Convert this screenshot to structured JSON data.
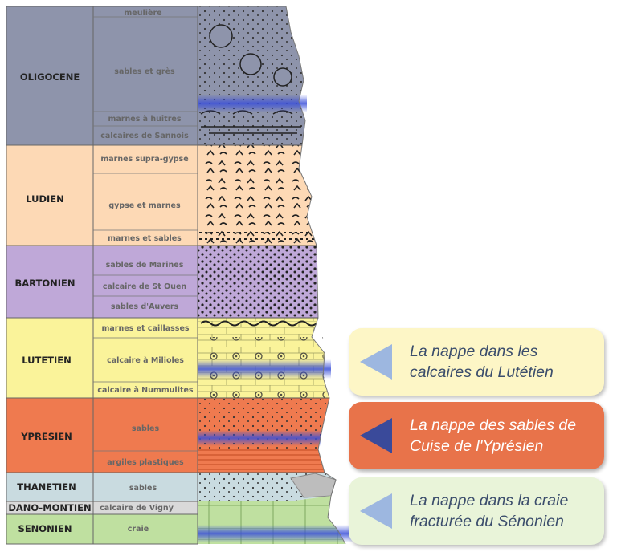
{
  "stages": [
    {
      "id": "oligocene",
      "label": "OLIGOCENE",
      "color": "#8e94ab",
      "units": [
        "meulière",
        "sables et grès",
        "marnes à huîtres",
        "calcaires de Sannois"
      ]
    },
    {
      "id": "ludien",
      "label": "LUDIEN",
      "color": "#fdd9b5",
      "units": [
        "marnes supra-gypse",
        "gypse et marnes",
        "marnes et sables"
      ]
    },
    {
      "id": "bartonien",
      "label": "BARTONIEN",
      "color": "#bfa8d8",
      "units": [
        "sables de Marines",
        "calcaire de St Ouen",
        "sables d'Auvers"
      ]
    },
    {
      "id": "lutetien",
      "label": "LUTETIEN",
      "color": "#faf39a",
      "units": [
        "marnes et caillasses",
        "calcaire à Milioles",
        "calcaire à Nummulites"
      ]
    },
    {
      "id": "ypresien",
      "label": "YPRESIEN",
      "color": "#ef7a4f",
      "units": [
        "sables",
        "argiles plastiques"
      ]
    },
    {
      "id": "thanetien",
      "label": "THANETIEN",
      "color": "#c9dbe0",
      "units": [
        "sables"
      ]
    },
    {
      "id": "dano_montien",
      "label": "DANO-MONTIEN",
      "color": "#d9d9d9",
      "units": [
        "calcaire de Vigny"
      ]
    },
    {
      "id": "senonien",
      "label": "SENONIEN",
      "color": "#bfe0a0",
      "units": [
        "craie"
      ]
    }
  ],
  "callouts": [
    {
      "line1": "La nappe dans les",
      "line2": "calcaires du Lutétien"
    },
    {
      "line1": "La nappe des sables de",
      "line2": "Cuise de l'Yprésien"
    },
    {
      "line1": "La nappe dans la craie",
      "line2": "fracturée du Sénonien"
    }
  ],
  "colors": {
    "aquifer_blue": "#3a4fd9",
    "callout_triangle": "#9db7e0",
    "callout_triangle_active": "#3a4a9a"
  }
}
